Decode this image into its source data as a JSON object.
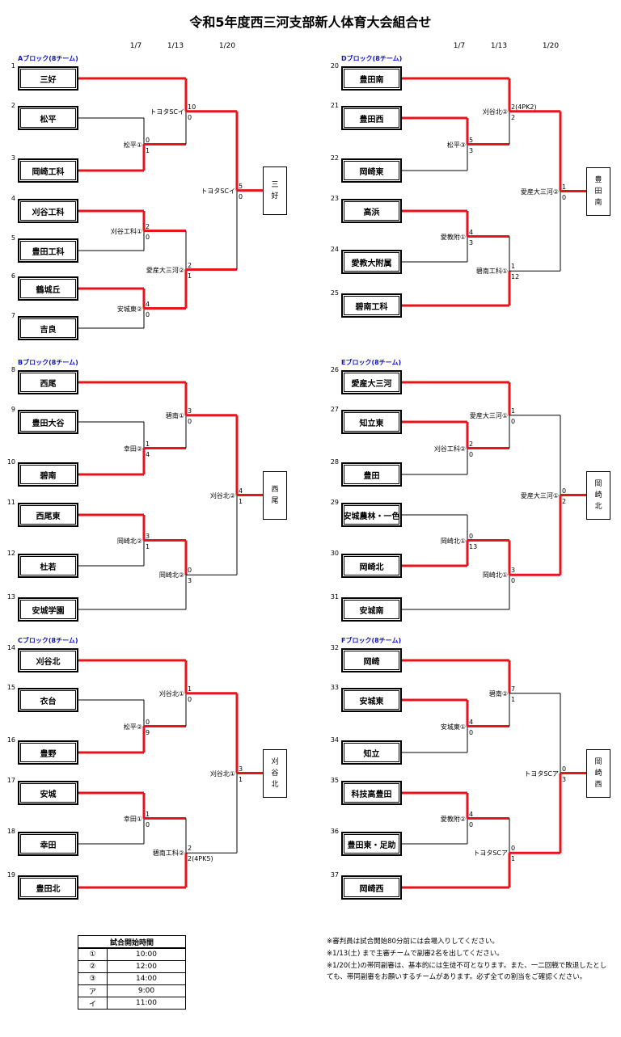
{
  "title": "令和5年度西三河支部新人体育大会組合せ",
  "dates": [
    "1/7",
    "1/13",
    "1/20"
  ],
  "colors": {
    "win_line": "#e8141c",
    "line": "#000000",
    "block_label": "#1010c8"
  },
  "blocks": [
    {
      "label": "Aブロック(8チーム)",
      "teams": [
        {
          "no": "1",
          "name": "三好"
        },
        {
          "no": "2",
          "name": "松平"
        },
        {
          "no": "3",
          "name": "岡崎工科"
        },
        {
          "no": "4",
          "name": "刈谷工科"
        },
        {
          "no": "5",
          "name": "豊田工科"
        },
        {
          "no": "6",
          "name": "鶴城丘"
        },
        {
          "no": "7",
          "name": "吉良"
        }
      ],
      "games": [
        {
          "label": "松平①",
          "s1": "0",
          "s2": "1"
        },
        {
          "label": "刈谷工科①",
          "s1": "2",
          "s2": "0"
        },
        {
          "label": "安城東②",
          "s1": "4",
          "s2": "0"
        },
        {
          "label": "トヨタSCイ",
          "s1": "10",
          "s2": "0"
        },
        {
          "label": "愛産大三河②",
          "s1": "2",
          "s2": "1"
        },
        {
          "label": "トヨタSCイ",
          "s1": "5",
          "s2": "0"
        }
      ],
      "winner": [
        "三",
        "好"
      ]
    },
    {
      "label": "Bブロック(8チーム)",
      "teams": [
        {
          "no": "8",
          "name": "西尾"
        },
        {
          "no": "9",
          "name": "豊田大谷"
        },
        {
          "no": "10",
          "name": "碧南"
        },
        {
          "no": "11",
          "name": "西尾東"
        },
        {
          "no": "12",
          "name": "杜若"
        },
        {
          "no": "13",
          "name": "安城学園"
        }
      ],
      "games": [
        {
          "label": "幸田②",
          "s1": "1",
          "s2": "4"
        },
        {
          "label": "岡崎北②",
          "s1": "3",
          "s2": "1"
        },
        {
          "label": "碧南①",
          "s1": "3",
          "s2": "0"
        },
        {
          "label": "岡崎北②",
          "s1": "0",
          "s2": "3"
        },
        {
          "label": "刈谷北②",
          "s1": "4",
          "s2": "1"
        }
      ],
      "winner": [
        "西",
        "尾"
      ]
    },
    {
      "label": "Cブロック(8チーム)",
      "teams": [
        {
          "no": "14",
          "name": "刈谷北"
        },
        {
          "no": "15",
          "name": "衣台"
        },
        {
          "no": "16",
          "name": "豊野"
        },
        {
          "no": "17",
          "name": "安城"
        },
        {
          "no": "18",
          "name": "幸田"
        },
        {
          "no": "19",
          "name": "豊田北"
        }
      ],
      "games": [
        {
          "label": "松平②",
          "s1": "0",
          "s2": "9"
        },
        {
          "label": "幸田①",
          "s1": "1",
          "s2": "0"
        },
        {
          "label": "刈谷北①",
          "s1": "1",
          "s2": "0"
        },
        {
          "label": "碧南工科②",
          "s1": "2",
          "s2": "2(4PK5)"
        },
        {
          "label": "刈谷北①",
          "s1": "3",
          "s2": "1"
        }
      ],
      "winner": [
        "刈",
        "谷",
        "北"
      ]
    },
    {
      "label": "Dブロック(8チーム)",
      "teams": [
        {
          "no": "20",
          "name": "豊田南"
        },
        {
          "no": "21",
          "name": "豊田西"
        },
        {
          "no": "22",
          "name": "岡崎東"
        },
        {
          "no": "23",
          "name": "高浜"
        },
        {
          "no": "24",
          "name": "愛教大附属"
        },
        {
          "no": "25",
          "name": "碧南工科"
        }
      ],
      "games": [
        {
          "label": "松平③",
          "s1": "5",
          "s2": "3"
        },
        {
          "label": "愛教附①",
          "s1": "4",
          "s2": "3"
        },
        {
          "label": "刈谷北②",
          "s1": "2(4PK2)",
          "s2": "2"
        },
        {
          "label": "碧南工科①",
          "s1": "1",
          "s2": "12"
        },
        {
          "label": "愛産大三河②",
          "s1": "1",
          "s2": "0"
        }
      ],
      "winner": [
        "豊",
        "田",
        "南"
      ]
    },
    {
      "label": "Eブロック(8チーム)",
      "teams": [
        {
          "no": "26",
          "name": "愛産大三河"
        },
        {
          "no": "27",
          "name": "知立東"
        },
        {
          "no": "28",
          "name": "豊田"
        },
        {
          "no": "29",
          "name": "安城農林・一色"
        },
        {
          "no": "30",
          "name": "岡崎北"
        },
        {
          "no": "31",
          "name": "安城南"
        }
      ],
      "games": [
        {
          "label": "刈谷工科②",
          "s1": "2",
          "s2": "0"
        },
        {
          "label": "岡崎北①",
          "s1": "0",
          "s2": "13"
        },
        {
          "label": "愛産大三河①",
          "s1": "1",
          "s2": "0"
        },
        {
          "label": "岡崎北①",
          "s1": "3",
          "s2": "0"
        },
        {
          "label": "愛産大三河①",
          "s1": "0",
          "s2": "2"
        }
      ],
      "winner": [
        "岡",
        "崎",
        "北"
      ]
    },
    {
      "label": "Fブロック(8チーム)",
      "teams": [
        {
          "no": "32",
          "name": "岡崎"
        },
        {
          "no": "33",
          "name": "安城東"
        },
        {
          "no": "34",
          "name": "知立"
        },
        {
          "no": "35",
          "name": "科技高豊田"
        },
        {
          "no": "36",
          "name": "豊田東・足助"
        },
        {
          "no": "37",
          "name": "岡崎西"
        }
      ],
      "games": [
        {
          "label": "安城東①",
          "s1": "4",
          "s2": "0"
        },
        {
          "label": "愛教附②",
          "s1": "4",
          "s2": "0"
        },
        {
          "label": "碧南②",
          "s1": "7",
          "s2": "1"
        },
        {
          "label": "トヨタSCア",
          "s1": "0",
          "s2": "1"
        },
        {
          "label": "トヨタSCア",
          "s1": "0",
          "s2": "3"
        }
      ],
      "winner": [
        "岡",
        "崎",
        "西"
      ]
    }
  ],
  "schedule": {
    "header": "試合開始時間",
    "rows": [
      {
        "mark": "①",
        "time": "10:00"
      },
      {
        "mark": "②",
        "time": "12:00"
      },
      {
        "mark": "③",
        "time": "14:00"
      },
      {
        "mark": "ア",
        "time": "9:00"
      },
      {
        "mark": "イ",
        "time": "11:00"
      }
    ]
  },
  "notes": [
    "※審判員は試合開始80分前には会場入りしてください。",
    "※1/13(土) まで主審チームで副審2名を出してください。",
    "※1/20(土)の帯同副審は、基本的には生徒不可となります。また、一二回戦で敗退したとしても、帯同副審をお願いするチームがあります。必ず全ての割当をご確認ください。"
  ]
}
